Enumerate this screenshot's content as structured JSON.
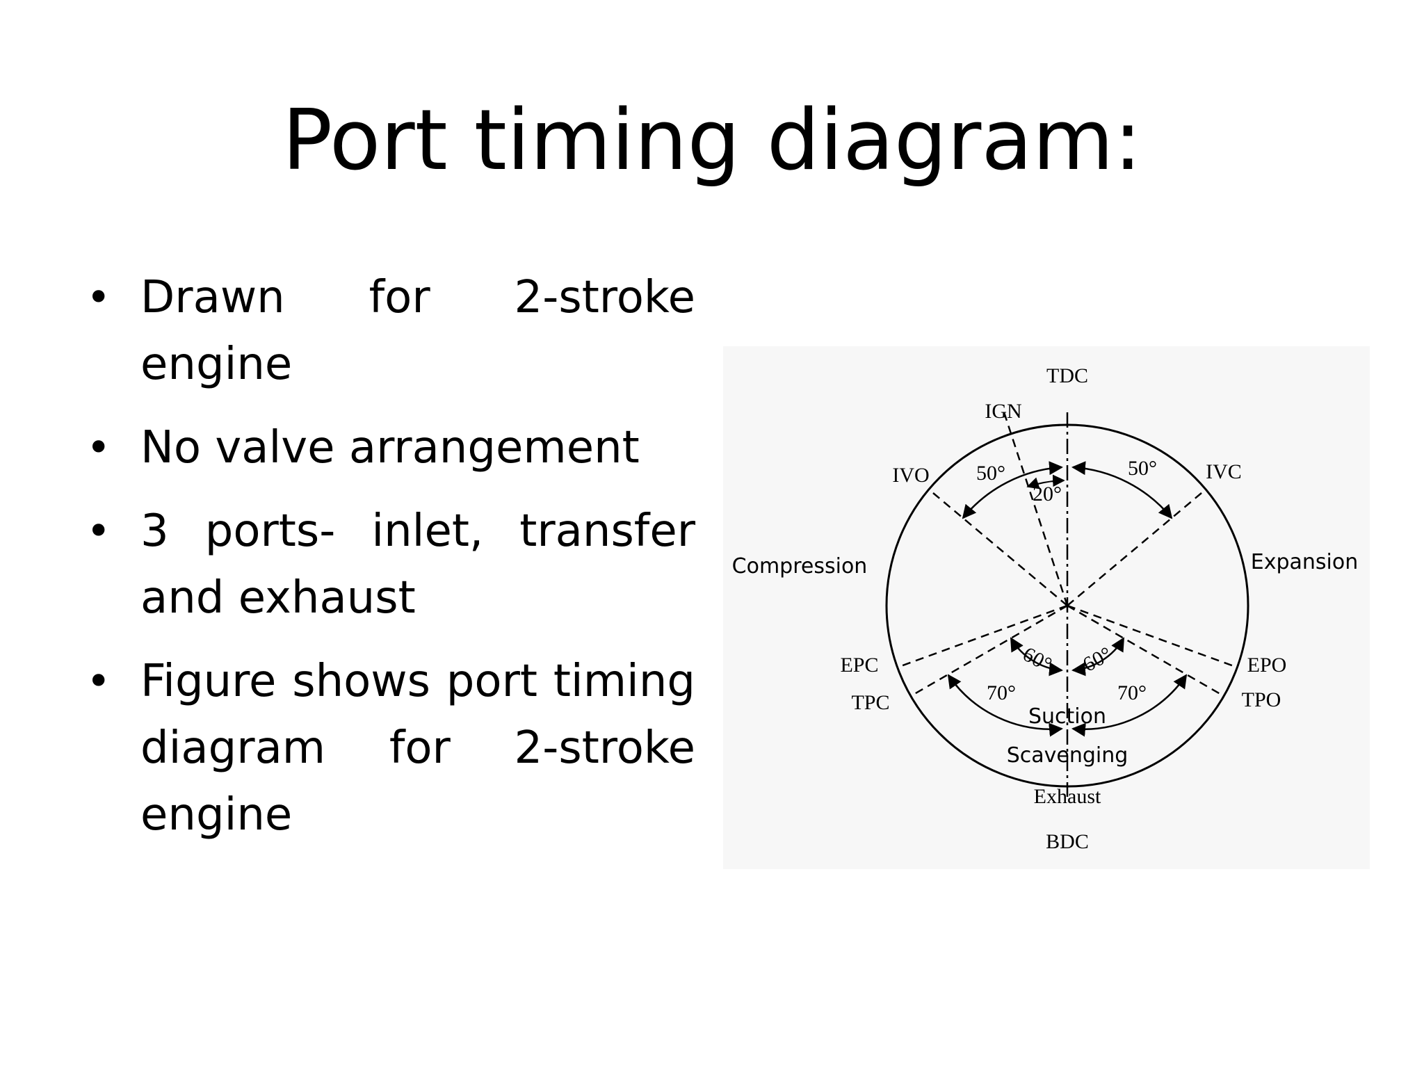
{
  "title": "Port timing diagram:",
  "bullets": [
    "Drawn for 2-stroke engine",
    "No valve arrangement",
    "3 ports- inlet, transfer and exhaust",
    "Figure shows port timing diagram for 2-stroke engine"
  ],
  "diagram": {
    "labels": {
      "tdc": "TDC",
      "ign": "IGN",
      "ivo": "IVO",
      "ivc": "IVC",
      "compression": "Compression",
      "expansion": "Expansion",
      "epc": "EPC",
      "tpc": "TPC",
      "epo": "EPO",
      "tpo": "TPO",
      "suction": "Suction",
      "scavenging": "Scavenging",
      "exhaust": "Exhaust",
      "bdc": "BDC"
    },
    "angles": {
      "ivo_before_tdc": "50°",
      "ivc_after_tdc": "50°",
      "ign_before_tdc": "20°",
      "tpc_after_bdc": "60°",
      "tpo_before_bdc": "60°",
      "epc_after_bdc": "70°",
      "epo_before_bdc": "70°"
    }
  }
}
